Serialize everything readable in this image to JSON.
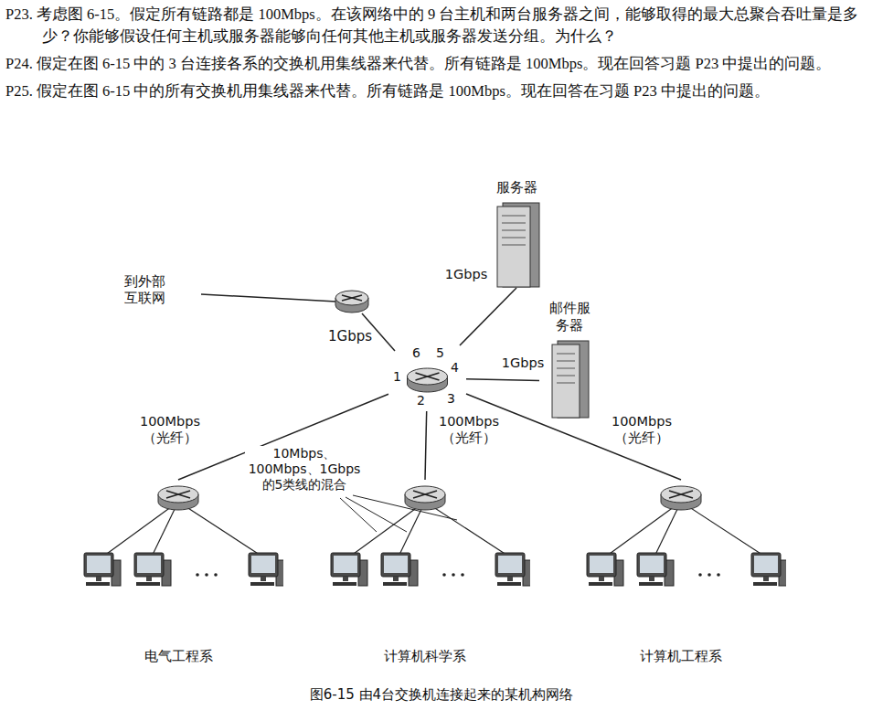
{
  "diagram": {
    "caption": "图6-15 由4台交换机连接起来的某机构网络",
    "nodes": [
      {
        "text": [
          "服务器"
        ]
      },
      {
        "text": [
          "邮件服务器"
        ]
      },
      {
        "text": [
          "1",
          "2",
          "3",
          "4",
          "5",
          "6"
        ]
      },
      {
        "text": [
          "电气工程系"
        ]
      },
      {
        "text": [
          "计算机科学系"
        ]
      },
      {
        "text": [
          "计算机工程系"
        ]
      }
    ],
    "edges": [
      {
        "from": 2,
        "to": 0,
        "arrow": "none",
        "label": "1Gbps"
      },
      {
        "from": 2,
        "to": 1,
        "arrow": "none",
        "label": "1Gbps"
      },
      {
        "from": 2,
        "to": 3,
        "arrow": "none",
        "label": "100Mbps （光纤）"
      },
      {
        "from": 2,
        "to": 4,
        "arrow": "none",
        "label": "100Mbps （光纤）"
      },
      {
        "from": 2,
        "to": 5,
        "arrow": "none",
        "label": "100Mbps （光纤）"
      }
    ],
    "labels": [
      "P23. 考虑图 6-15。假定所有链路都是 100Mbps。在该网络中的 9 台主机和两台服务器之间，能够取得的最大总聚合吞吐量是多少？你能够假设任何主机或服务器能够向任何其他主机或服务器发送分组。为什么？",
      "P24. 假定在图 6-15 中的 3 台连接各系的交换机用集线器来代替。所有链路是 100Mbps。现在回答习题 P23 中提出的问题。",
      "P25. 假定在图 6-15 中的所有交换机用集线器来代替。所有链路是 100Mbps。现在回答在习题 P23 中提出的问题。",
      "到外部互联网",
      "1Gbps",
      "10Mbps、100Mbps、1Gbps的5类线的混合"
    ]
  }
}
